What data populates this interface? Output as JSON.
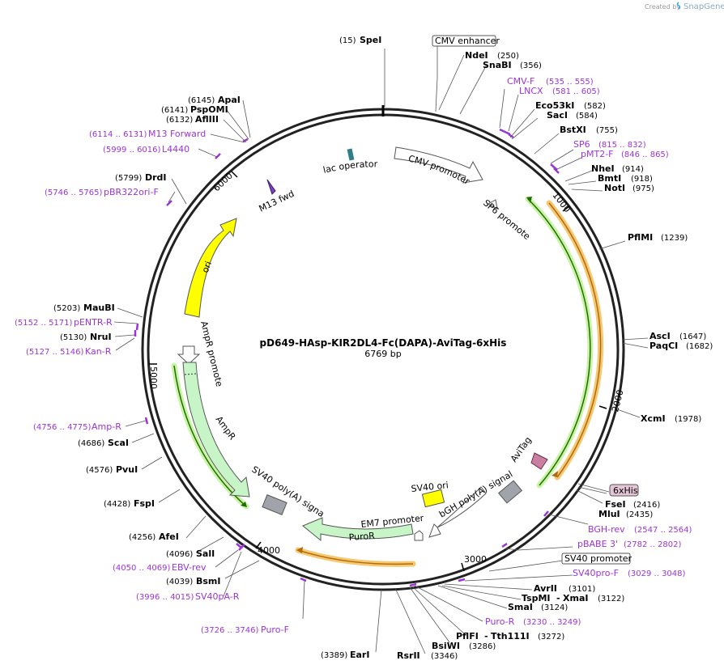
{
  "credit": {
    "prefix": "Created by",
    "brand": "SnapGene"
  },
  "plasmid": {
    "name": "pD649-HAsp-KIR2DL4-Fc(DAPA)-AviTag-6xHis",
    "length": "6769 bp"
  },
  "ticks": [
    "1000",
    "2000",
    "3000",
    "4000",
    "5000",
    "6000"
  ],
  "colors": {
    "primer": "#9b34d6",
    "cds": "#c8f5c8",
    "ori": "#ffff00",
    "marker": "#7f3fbf"
  },
  "enzymes": [
    {
      "name": "SpeI",
      "pos": "(15)"
    },
    {
      "name": "NdeI",
      "pos": "(250)"
    },
    {
      "name": "SnaBI",
      "pos": "(356)"
    },
    {
      "name": "Eco53kI",
      "pos": "(582)"
    },
    {
      "name": "SacI",
      "pos": "(584)"
    },
    {
      "name": "BstXI",
      "pos": "(755)"
    },
    {
      "name": "NheI",
      "pos": "(914)"
    },
    {
      "name": "BmtI",
      "pos": "(918)"
    },
    {
      "name": "NotI",
      "pos": "(975)"
    },
    {
      "name": "PflMI",
      "pos": "(1239)"
    },
    {
      "name": "AscI",
      "pos": "(1647)"
    },
    {
      "name": "PaqCI",
      "pos": "(1682)"
    },
    {
      "name": "XcmI",
      "pos": "(1978)"
    },
    {
      "name": "FseI",
      "pos": "(2416)"
    },
    {
      "name": "MluI",
      "pos": "(2435)"
    },
    {
      "name": "AvrII",
      "pos": "(3101)"
    },
    {
      "name": "TspMI",
      "pos": ""
    },
    {
      "name": "XmaI",
      "pos": "(3122)"
    },
    {
      "name": "SmaI",
      "pos": "(3124)"
    },
    {
      "name": "PflFI",
      "pos": ""
    },
    {
      "name": "Tth111I",
      "pos": "(3272)"
    },
    {
      "name": "BsiWI",
      "pos": "(3286)"
    },
    {
      "name": "RsrII",
      "pos": "(3346)"
    },
    {
      "name": "EarI",
      "pos": "(3389)"
    },
    {
      "name": "BsmI",
      "pos": "(4039)"
    },
    {
      "name": "SalI",
      "pos": "(4096)"
    },
    {
      "name": "AfeI",
      "pos": "(4256)"
    },
    {
      "name": "FspI",
      "pos": "(4428)"
    },
    {
      "name": "PvuI",
      "pos": "(4576)"
    },
    {
      "name": "ScaI",
      "pos": "(4686)"
    },
    {
      "name": "NruI",
      "pos": "(5130)"
    },
    {
      "name": "MauBI",
      "pos": "(5203)"
    },
    {
      "name": "DrdI",
      "pos": "(5799)"
    },
    {
      "name": "AflIII",
      "pos": "(6132)"
    },
    {
      "name": "PspOMI",
      "pos": "(6141)"
    },
    {
      "name": "ApaI",
      "pos": "(6145)"
    }
  ],
  "primers": [
    {
      "name": "CMV-F",
      "pos": "(535 .. 555)"
    },
    {
      "name": "LNCX",
      "pos": "(581 .. 605)"
    },
    {
      "name": "SP6",
      "pos": "(815 .. 832)"
    },
    {
      "name": "pMT2-F",
      "pos": "(846 .. 865)"
    },
    {
      "name": "BGH-rev",
      "pos": "(2547 .. 2564)"
    },
    {
      "name": "pBABE 3'",
      "pos": "(2782 .. 2802)"
    },
    {
      "name": "SV40pro-F",
      "pos": "(3029 .. 3048)"
    },
    {
      "name": "Puro-R",
      "pos": "(3230 .. 3249)"
    },
    {
      "name": "Puro-F",
      "pos": "(3726 .. 3746)"
    },
    {
      "name": "SV40pA-R",
      "pos": "(3996 .. 4015)"
    },
    {
      "name": "EBV-rev",
      "pos": "(4050 .. 4069)"
    },
    {
      "name": "Amp-R",
      "pos": "(4756 .. 4775)"
    },
    {
      "name": "Kan-R",
      "pos": "(5127 .. 5146)"
    },
    {
      "name": "pENTR-R",
      "pos": "(5152 .. 5171)"
    },
    {
      "name": "pBR322ori-F",
      "pos": "(5746 .. 5765)"
    },
    {
      "name": "L4440",
      "pos": "(5999 .. 6016)"
    },
    {
      "name": "M13 Forward",
      "pos": "(6114 .. 6131)"
    }
  ],
  "boxed_features": [
    "CMV enhancer",
    "6xHis",
    "SV40 promoter"
  ],
  "features": {
    "lac_operator": "lac operator",
    "cmv_promoter": "CMV promoter",
    "sp6_promoter": "SP6 promoter",
    "m13_fwd": "M13 fwd",
    "ori": "ori",
    "ampr_promoter": "AmpR promoter",
    "ampr": "AmpR",
    "sv40_polya": "SV40 poly(A) signal",
    "em7_promoter": "EM7 promoter",
    "puror": "PuroR",
    "sv40_ori": "SV40 ori",
    "bgh_polya": "bGH poly(A) signal",
    "avitag": "AviTag™"
  }
}
